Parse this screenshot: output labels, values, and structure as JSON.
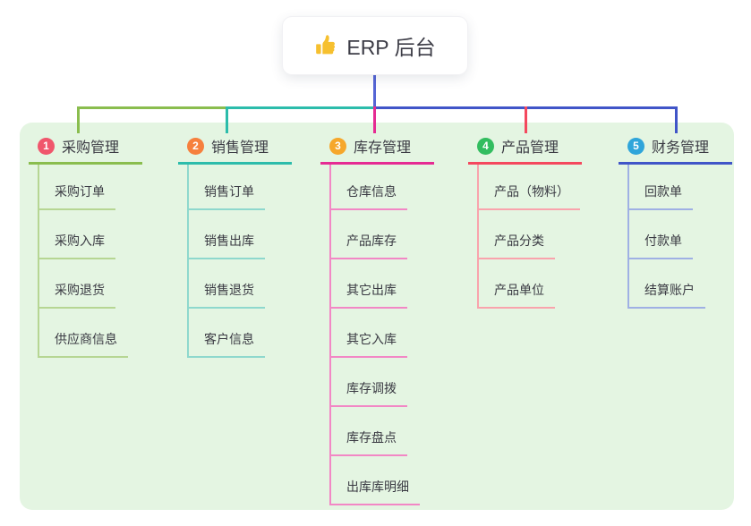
{
  "root": {
    "label": "ERP 后台",
    "icon": "thumbs-up-icon",
    "icon_color": "#f6c02f"
  },
  "panel": {
    "background": "#e4f5e2"
  },
  "connectors": {
    "root_line_color": "#5565d5"
  },
  "text_color": "#3a3a43",
  "branches": [
    {
      "index": "1",
      "label": "采购管理",
      "badge_color": "#f0566c",
      "line_color": "#8abd4e",
      "child_line_color": "#b6d693",
      "children": [
        "采购订单",
        "采购入库",
        "采购退货",
        "供应商信息"
      ]
    },
    {
      "index": "2",
      "label": "销售管理",
      "badge_color": "#f6803d",
      "line_color": "#2cbcab",
      "child_line_color": "#8ed8cd",
      "children": [
        "销售订单",
        "销售出库",
        "销售退货",
        "客户信息"
      ]
    },
    {
      "index": "3",
      "label": "库存管理",
      "badge_color": "#f6a72b",
      "line_color": "#e52b93",
      "child_line_color": "#f287c5",
      "children": [
        "仓库信息",
        "产品库存",
        "其它出库",
        "其它入库",
        "库存调拨",
        "库存盘点",
        "出库库明细"
      ]
    },
    {
      "index": "4",
      "label": "产品管理",
      "badge_color": "#32bd5f",
      "line_color": "#f4485e",
      "child_line_color": "#f9a3ac",
      "children": [
        "产品（物料）",
        "产品分类",
        "产品单位"
      ]
    },
    {
      "index": "5",
      "label": "财务管理",
      "badge_color": "#2fa5da",
      "line_color": "#4055c8",
      "child_line_color": "#9fb0e4",
      "children": [
        "回款单",
        "付款单",
        "结算账户"
      ]
    }
  ]
}
